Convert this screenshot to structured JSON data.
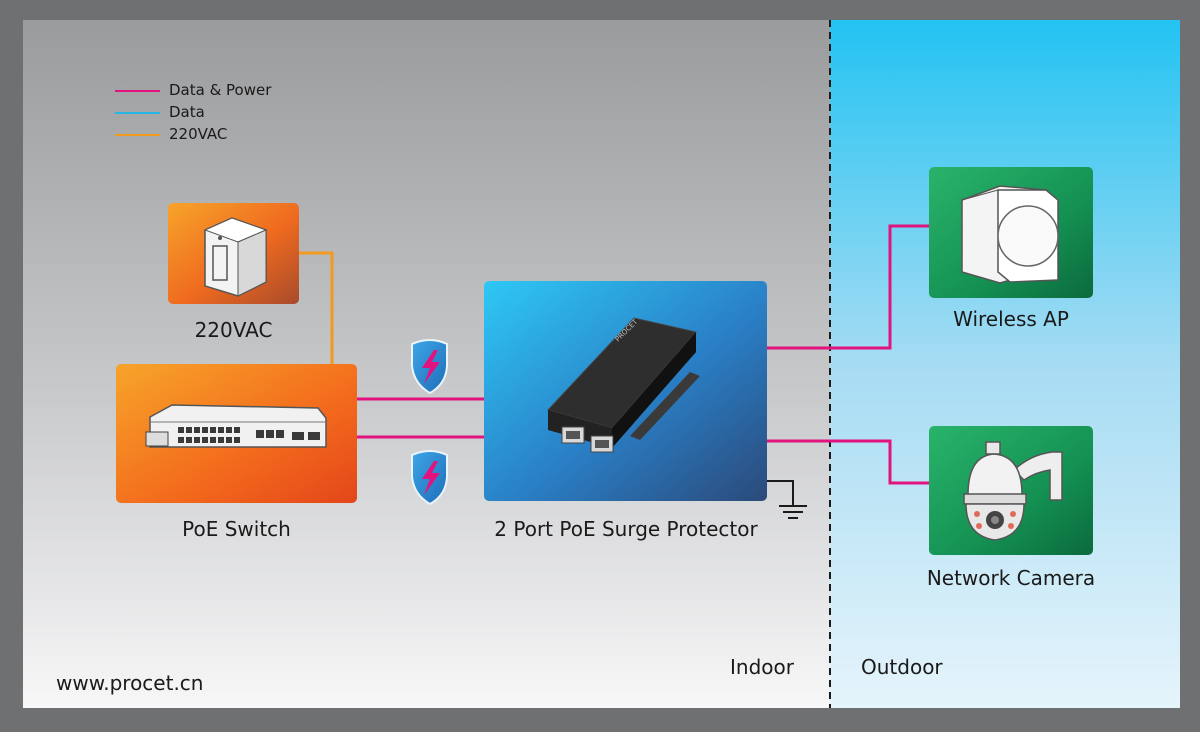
{
  "legend": {
    "items": [
      {
        "label": "Data & Power",
        "color": "#e2137e"
      },
      {
        "label": "Data",
        "color": "#27b5e6"
      },
      {
        "label": "220VAC",
        "color": "#f29a1f"
      }
    ]
  },
  "devices": {
    "ups": {
      "label": "220VAC",
      "icon": "ups-icon"
    },
    "poe_switch": {
      "label": "PoE Switch",
      "icon": "switch-icon"
    },
    "surge_protector": {
      "label": "2 Port PoE Surge Protector",
      "icon": "surge-protector-icon",
      "brand": "PROCET"
    },
    "wireless_ap": {
      "label": "Wireless AP",
      "icon": "wireless-ap-icon"
    },
    "network_camera": {
      "label": "Network Camera",
      "icon": "ptz-camera-icon"
    }
  },
  "zones": {
    "indoor": "Indoor",
    "outdoor": "Outdoor"
  },
  "footer": {
    "website": "www.procet.cn"
  },
  "colors": {
    "data_power": "#e2137e",
    "data": "#27b5e6",
    "ac": "#f29a1f",
    "orange_box": "#f36a1c",
    "green_box": "#17995a",
    "blue_box": "#2a8fd2"
  }
}
